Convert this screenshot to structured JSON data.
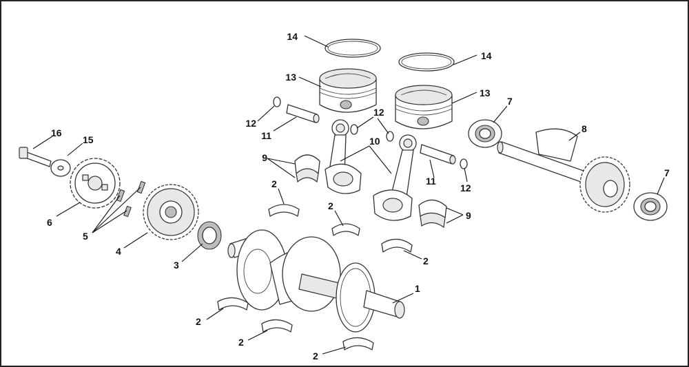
{
  "callouts": {
    "c1": "1",
    "c2a": "2",
    "c2b": "2",
    "c2c": "2",
    "c2d": "2",
    "c2e": "2",
    "c2f": "2",
    "c3": "3",
    "c4": "4",
    "c5": "5",
    "c6": "6",
    "c7a": "7",
    "c7b": "7",
    "c8": "8",
    "c9a": "9",
    "c9b": "9",
    "c10": "10",
    "c11a": "11",
    "c11b": "11",
    "c12a": "12",
    "c12b": "12",
    "c12c": "12",
    "c13a": "13",
    "c13b": "13",
    "c14a": "14",
    "c14b": "14",
    "c15": "15",
    "c16": "16"
  }
}
